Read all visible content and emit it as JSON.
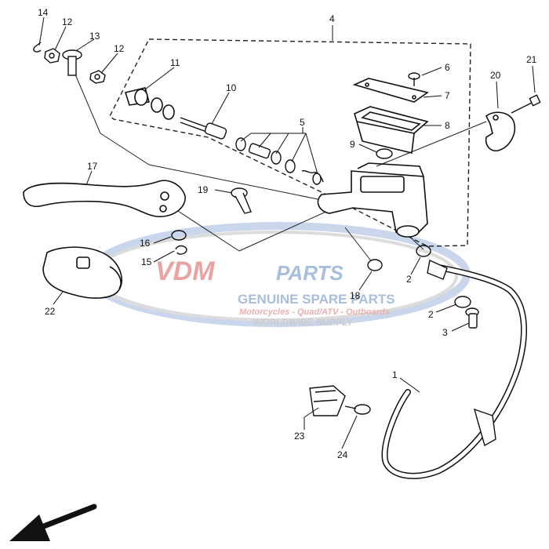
{
  "watermark": {
    "brand_a": "VDM",
    "brand_b": "PARTS",
    "tagline": "GENUINE SPARE PARTS",
    "sub": "Motorcycles - Quad/ATV - Outboards",
    "sub2": "WORLDWIDE SUPPLY",
    "colors": {
      "red": "#e9a3a3",
      "blue": "#a8bedf",
      "grey": "#c4c4c4"
    }
  },
  "callouts": {
    "c1": "1",
    "c2a": "2",
    "c2b": "2",
    "c3": "3",
    "c4": "4",
    "c5": "5",
    "c6": "6",
    "c7": "7",
    "c8": "8",
    "c9": "9",
    "c10": "10",
    "c11": "11",
    "c12a": "12",
    "c12b": "12",
    "c13": "13",
    "c14": "14",
    "c15": "15",
    "c16": "16",
    "c17": "17",
    "c18": "18",
    "c19": "19",
    "c20": "20",
    "c21": "21",
    "c22": "22",
    "c23": "23",
    "c24": "24"
  },
  "icons": {
    "front_arrow": "arrow-down-left-icon"
  }
}
